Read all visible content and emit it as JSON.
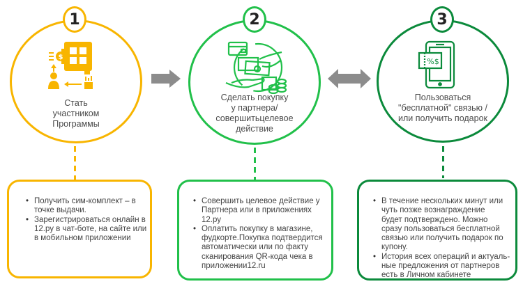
{
  "colors": {
    "step1": "#f8b500",
    "step2": "#21c04a",
    "step3": "#0b8a3b",
    "arrow": "#8c8c8c",
    "text": "#4a4a4a"
  },
  "steps": [
    {
      "number": "1",
      "icon": "sim-registration-icon",
      "title_lines": [
        "Стать",
        "участником",
        "Программы"
      ],
      "bullets": [
        "Получить сим-комплект – в точке выдачи.",
        "Зарегистрироваться онлайн в 12.ру в чат-боте, на сайте или в мобильном приложении"
      ]
    },
    {
      "number": "2",
      "icon": "purchase-payment-icon",
      "title_lines": [
        "Сделать покупку",
        "у партнера/",
        "совершитьцелевое",
        "действие"
      ],
      "bullets": [
        "Совершить целевое действие у Партнера или в приложениях 12.ру",
        "Оплатить покупку в магазине, фудкорте.Покупка подтвердится автоматически или по факту сканирования QR-кода чека в приложении12.ru"
      ]
    },
    {
      "number": "3",
      "icon": "mobile-reward-icon",
      "title_lines": [
        "Пользоваться",
        "\"бесплатной\" связью /",
        "или получить подарок"
      ],
      "bullets": [
        "В течение нескольких минут или чуть позже вознаграждение будет подтверждено. Можно сразу пользоваться бесплатной связью или получить подарок по купону.",
        "История всех операций и актуаль-ные предложения от партнеров есть в Личном кабинете"
      ]
    }
  ],
  "connectors": [
    {
      "from": "1",
      "to": "2",
      "type": "right-arrow"
    },
    {
      "from": "2",
      "to": "3",
      "type": "double-arrow"
    }
  ]
}
